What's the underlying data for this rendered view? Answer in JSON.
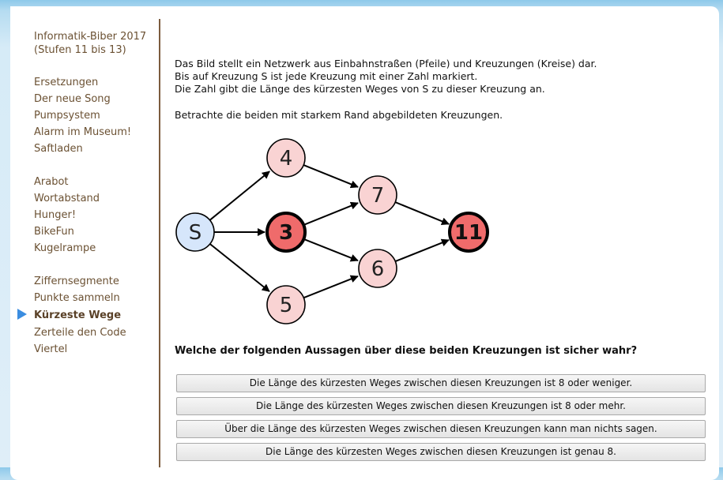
{
  "sidebar": {
    "title_line1": "Informatik-Biber 2017",
    "title_line2": "(Stufen 11 bis 13)",
    "groups": [
      [
        "Ersetzungen",
        "Der neue Song",
        "Pumpsystem",
        "Alarm im Museum!",
        "Saftladen"
      ],
      [
        "Arabot",
        "Wortabstand",
        "Hunger!",
        "BikeFun",
        "Kugelrampe"
      ],
      [
        "Ziffernsegmente",
        "Punkte sammeln",
        "Kürzeste Wege",
        "Zerteile den Code",
        "Viertel"
      ]
    ],
    "active_item": "Kürzeste Wege",
    "indicator_icon": "play-arrow-icon"
  },
  "content": {
    "intro_lines": [
      "Das Bild stellt ein Netzwerk aus Einbahnstraßen (Pfeile) und Kreuzungen (Kreise) dar.",
      "Bis auf Kreuzung S ist jede Kreuzung mit einer Zahl markiert.",
      "Die Zahl gibt die Länge des kürzesten Weges von S zu dieser Kreuzung an."
    ],
    "instruction": "Betrachte die beiden mit starkem Rand abgebildeten Kreuzungen.",
    "question": "Welche der folgenden Aussagen über diese beiden Kreuzungen ist sicher wahr?",
    "answers": [
      "Die Länge des kürzesten Weges zwischen diesen Kreuzungen ist 8 oder weniger.",
      "Die Länge des kürzesten Weges zwischen diesen Kreuzungen ist 8 oder mehr.",
      "Über die Länge des kürzesten Weges zwischen diesen Kreuzungen kann man nichts sagen.",
      "Die Länge des kürzesten Weges zwischen diesen Kreuzungen ist genau 8."
    ]
  },
  "graph": {
    "nodes": [
      {
        "id": "S",
        "label": "S",
        "highlight": false,
        "fill": "#d6e6fb"
      },
      {
        "id": "n4",
        "label": "4",
        "highlight": false,
        "fill": "#f9d3d3"
      },
      {
        "id": "n3",
        "label": "3",
        "highlight": true,
        "fill": "#ef6b6b"
      },
      {
        "id": "n5",
        "label": "5",
        "highlight": false,
        "fill": "#f9d3d3"
      },
      {
        "id": "n7",
        "label": "7",
        "highlight": false,
        "fill": "#f9d3d3"
      },
      {
        "id": "n6",
        "label": "6",
        "highlight": false,
        "fill": "#f9d3d3"
      },
      {
        "id": "n11",
        "label": "11",
        "highlight": true,
        "fill": "#ef6b6b"
      }
    ],
    "edges": [
      [
        "S",
        "n4"
      ],
      [
        "S",
        "n3"
      ],
      [
        "S",
        "n5"
      ],
      [
        "n4",
        "n7"
      ],
      [
        "n3",
        "n7"
      ],
      [
        "n3",
        "n6"
      ],
      [
        "n5",
        "n6"
      ],
      [
        "n7",
        "n11"
      ],
      [
        "n6",
        "n11"
      ]
    ]
  }
}
